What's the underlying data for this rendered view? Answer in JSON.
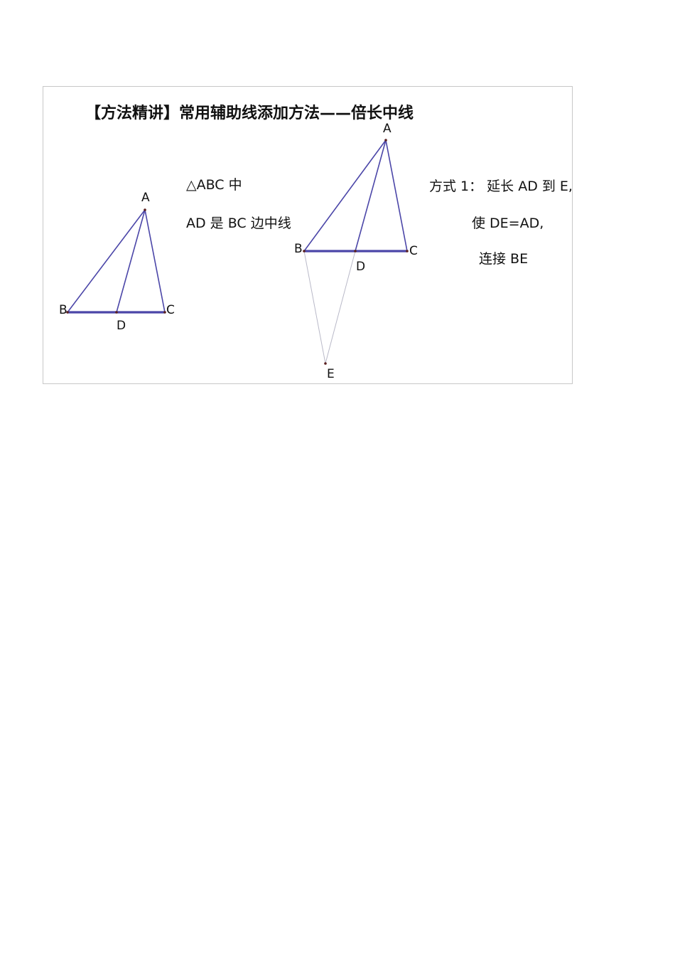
{
  "title": "【方法精讲】常用辅助线添加方法——倍长中线",
  "given": {
    "line1": "△ABC 中",
    "line2": "AD 是 BC 边中线"
  },
  "method": {
    "line1": "方式 1：  延长 AD 到 E,",
    "line2": "使 DE=AD,",
    "line3": "连接 BE"
  },
  "figure_left": {
    "labels": {
      "A": "A",
      "B": "B",
      "C": "C",
      "D": "D"
    }
  },
  "figure_right": {
    "labels": {
      "A": "A",
      "B": "B",
      "C": "C",
      "D": "D",
      "E": "E"
    }
  },
  "colors": {
    "triangle_line": "#4b46a8",
    "auxiliary_line": "#b9b9c8",
    "border": "#c8c8c8"
  }
}
